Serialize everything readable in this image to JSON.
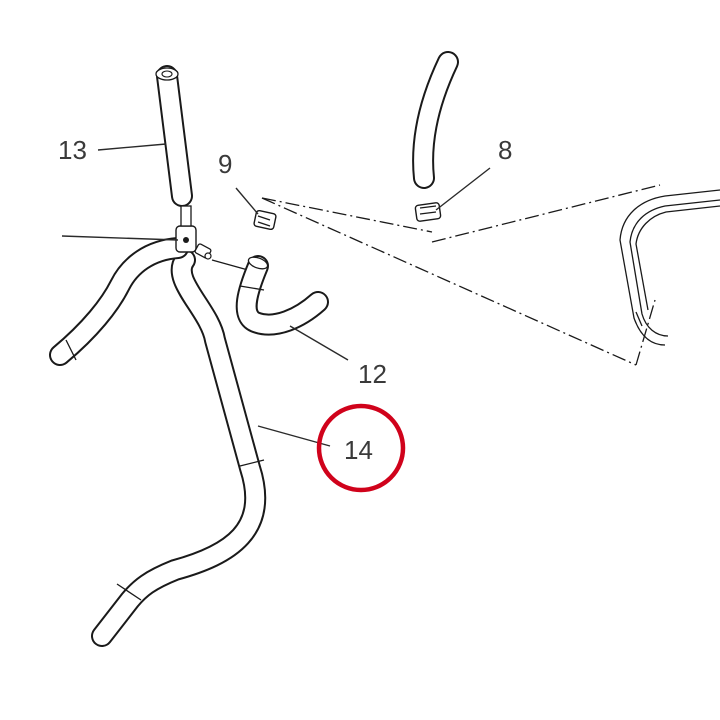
{
  "callouts": {
    "part_8": "8",
    "part_9": "9",
    "part_12": "12",
    "part_13": "13",
    "part_14": "14"
  },
  "highlight": {
    "color": "#d0021b",
    "target": "14"
  },
  "line_color": "#1a1a1a",
  "text_color": "#3a3a3a"
}
